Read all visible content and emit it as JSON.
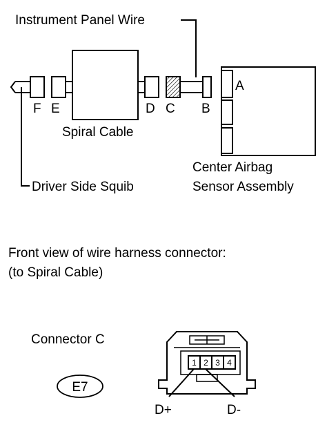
{
  "labels": {
    "instrument_panel_wire": "Instrument Panel Wire",
    "spiral_cable": "Spiral Cable",
    "driver_side_squib": "Driver Side Squib",
    "center_airbag_line1": "Center Airbag",
    "center_airbag_line2": "Sensor Assembly",
    "front_view_line1": "Front view of wire harness connector:",
    "front_view_line2": "(to Spiral Cable)",
    "connector_title": "Connector C",
    "connector_code": "E7",
    "terminal_dplus": "D+",
    "terminal_dminus": "D-"
  },
  "connector_letters": {
    "F": "F",
    "E": "E",
    "D": "D",
    "C": "C",
    "B": "B",
    "A": "A"
  },
  "pins": [
    "1",
    "2",
    "3",
    "4"
  ]
}
